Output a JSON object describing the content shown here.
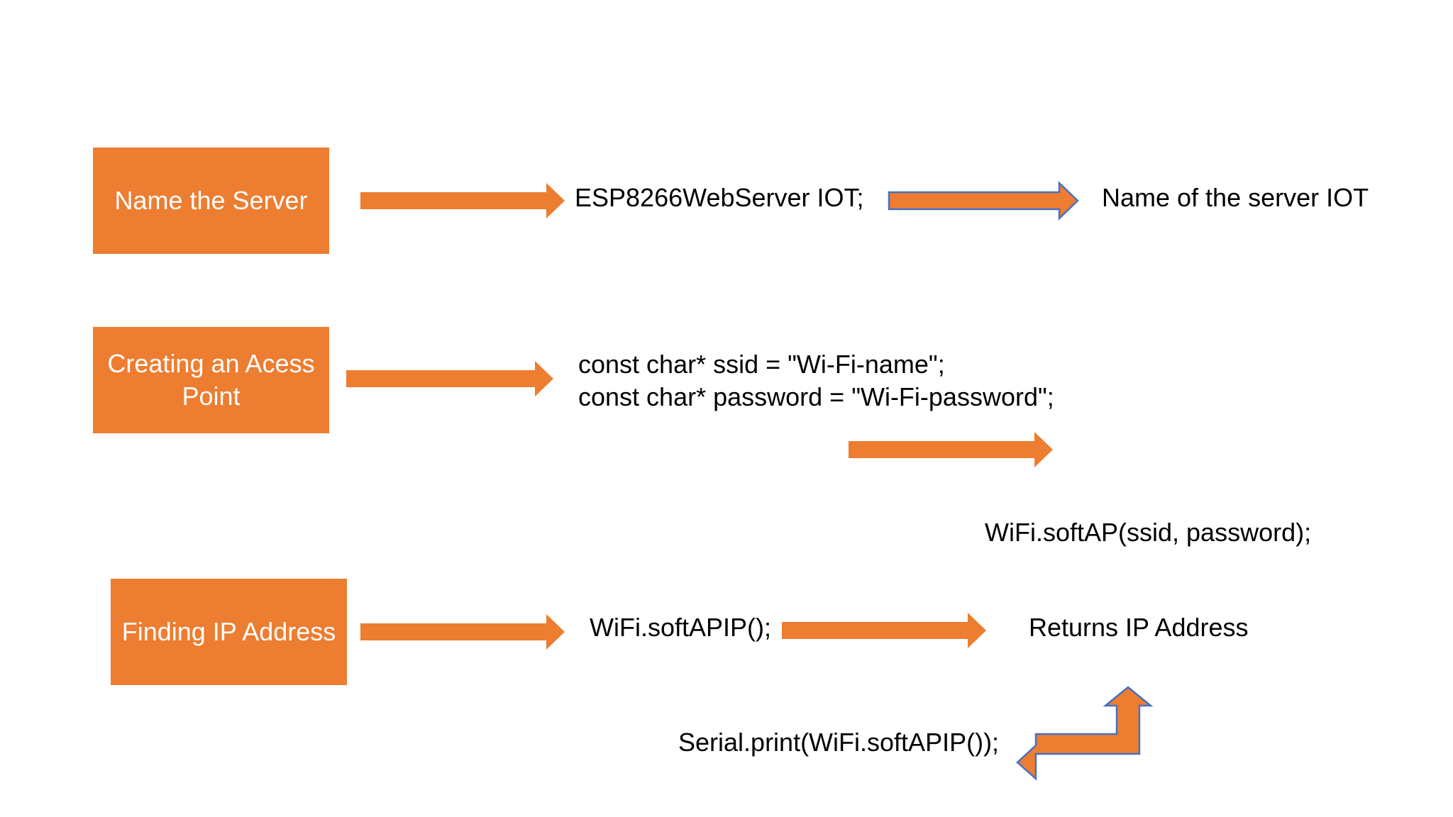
{
  "colors": {
    "box_fill": "#ED7D31",
    "arrow_fill": "#ED7D31",
    "arrow_outline": "#4472C4",
    "box_text": "#FFFFFF",
    "text": "#000000"
  },
  "boxes": {
    "name_server": "Name the Server",
    "access_point": {
      "line1": "Creating an Acess",
      "line2": "Point"
    },
    "find_ip": "Finding IP Address"
  },
  "code": {
    "server_decl": "ESP8266WebServer IOT;",
    "ssid_line": "const char* ssid = \"Wi-Fi-name\";",
    "password_line": "const char* password = \"Wi-Fi-password\";",
    "softap_call": "WiFi.softAP(ssid, password);",
    "softapip_call": "WiFi.softAPIP();",
    "serial_print": "Serial.print(WiFi.softAPIP());"
  },
  "descriptions": {
    "server_name": "Name of the server IOT",
    "returns_ip": "Returns IP Address"
  },
  "icons": {
    "right_arrow": "right-arrow-icon",
    "bent_arrow": "bent-left-up-arrow-icon"
  }
}
